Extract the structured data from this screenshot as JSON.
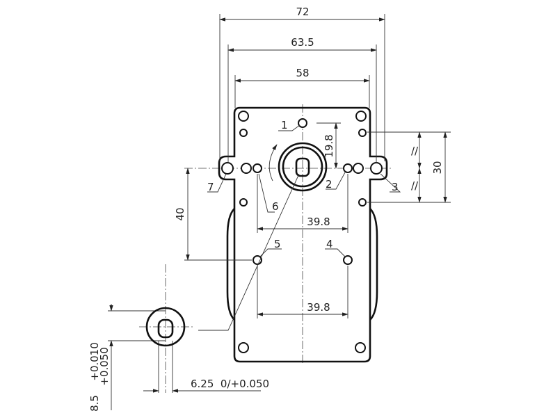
{
  "drawing": {
    "dimensions": {
      "overall_width": "72",
      "ear_hole_spacing": "63.5",
      "plate_width": "58",
      "hole1_offset": "19.8",
      "side_hole_spacing": "30",
      "vertical_hole_spacing": "40",
      "upper_hole_spacing": "39.8",
      "lower_hole_spacing": "39.8",
      "parallel_mark_top": "//",
      "parallel_mark_bottom": "//"
    },
    "hole_labels": [
      "1",
      "2",
      "3",
      "4",
      "5",
      "6",
      "7"
    ],
    "shaft_section": {
      "width_tolerance": "+0.010",
      "width_tolerance_lower": "+0.050",
      "width_nominal": "8.5",
      "flat_dimension": "6.25  0/+0.050"
    }
  }
}
